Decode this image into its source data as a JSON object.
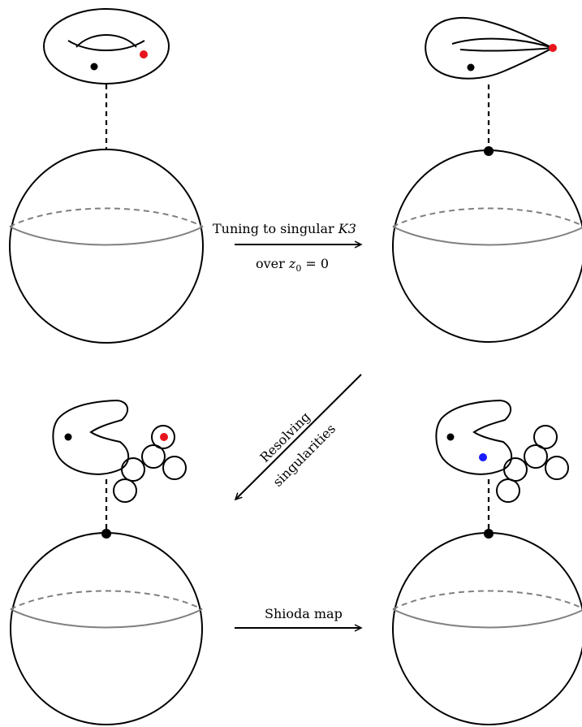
{
  "arrows": {
    "tuning": {
      "line1": "Tuning to singular ",
      "line1_math": "K3",
      "line2_prefix": "over ",
      "line2_math_var": "z",
      "line2_math_sub": "0",
      "line2_math_rest": " = 0"
    },
    "resolving": {
      "line1": "Resolving",
      "line2": "singularities"
    },
    "shioda": {
      "label": "Shioda map"
    }
  },
  "colors": {
    "line": "#000000",
    "equator": "#808080",
    "red_point": "#e8141c",
    "blue_point": "#1a1aff"
  },
  "panels": [
    {
      "id": "smooth-elliptic-k3",
      "fiber": "smooth-torus",
      "marked_point": "red"
    },
    {
      "id": "singular-k3",
      "fiber": "pinched-torus",
      "marked_point": "red"
    },
    {
      "id": "resolved-k3",
      "fiber": "resolved-chain",
      "marked_point": "red"
    },
    {
      "id": "shioda-image",
      "fiber": "resolved-chain",
      "marked_point": "blue"
    }
  ]
}
